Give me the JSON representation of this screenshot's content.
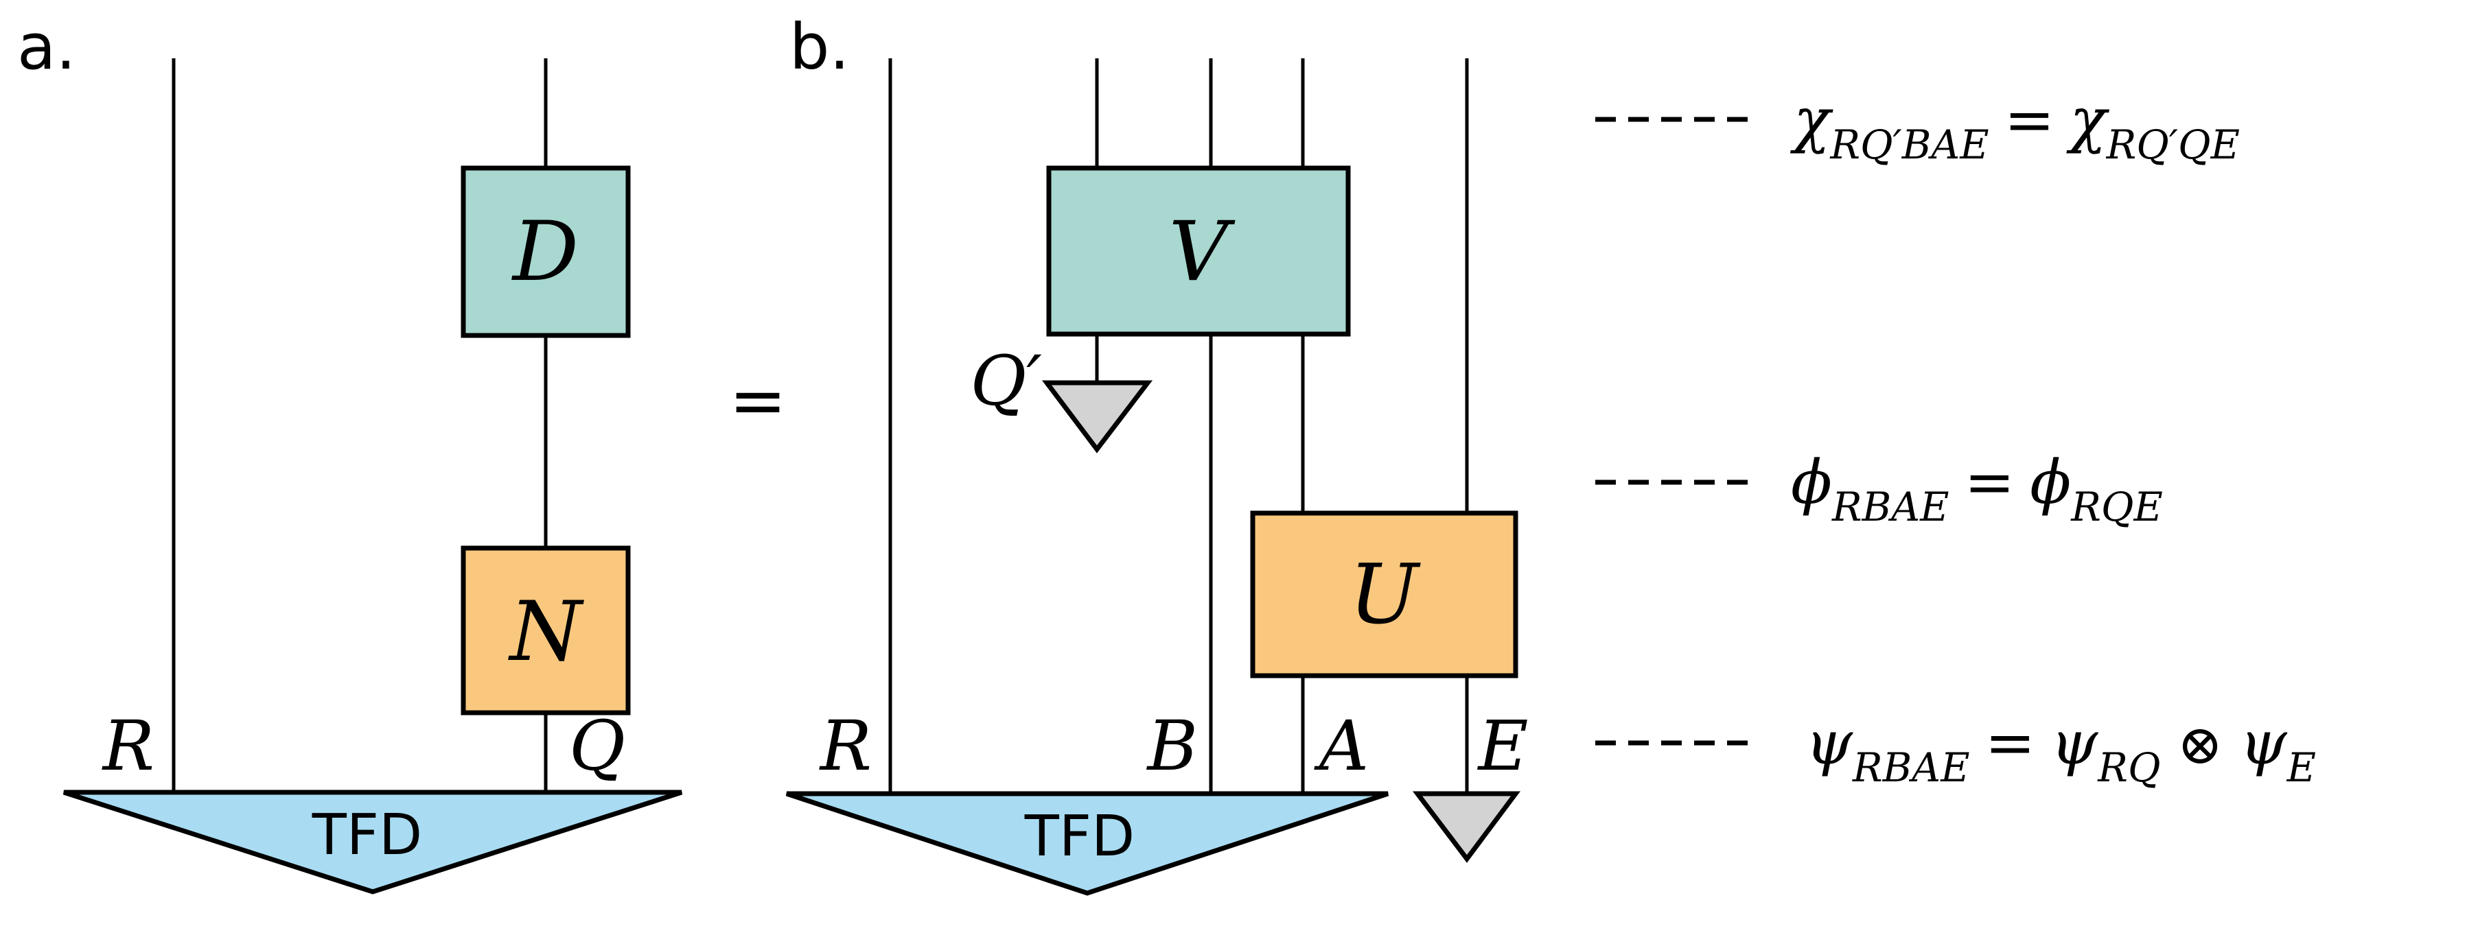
{
  "figure": {
    "description_labels": {
      "panel_a_label": "a.",
      "panel_b_label": "b.",
      "equals_between_panels": "="
    }
  },
  "panel_a": {
    "label": "a.",
    "d_box_label": "D",
    "n_box_label": "N",
    "wire_label_R": "R",
    "wire_label_Q": "Q",
    "tfd_label": "TFD"
  },
  "panel_b": {
    "label": "b.",
    "v_box_label": "V",
    "u_box_label": "U",
    "q_prime_label": "Q′",
    "wire_label_R": "R",
    "wire_label_B": "B",
    "wire_label_A": "A",
    "wire_label_E": "E",
    "tfd_label": "TFD"
  },
  "annotations": [
    {
      "lhs_base": "χ",
      "lhs_sub": "RQ′BAE",
      "rel": "=",
      "rhs_base": "χ",
      "rhs_sub": "RQ′QE"
    },
    {
      "lhs_base": "ϕ",
      "lhs_sub": "RBAE",
      "rel": "=",
      "rhs_base": "ϕ",
      "rhs_sub": "RQE"
    },
    {
      "lhs_base": "ψ",
      "lhs_sub": "RBAE",
      "rel": "=",
      "rhs_base": "ψ",
      "rhs_sub": "RQ",
      "tensor_op": "⊗",
      "extra_base": "ψ",
      "extra_sub": "E"
    }
  ],
  "colors": {
    "teal_box": "#a8d8d0",
    "orange_box": "#f9c87e",
    "tfd_blue": "#a9dcf2",
    "small_triangle_gray": "#d3d3d3",
    "line_black": "#000000"
  }
}
